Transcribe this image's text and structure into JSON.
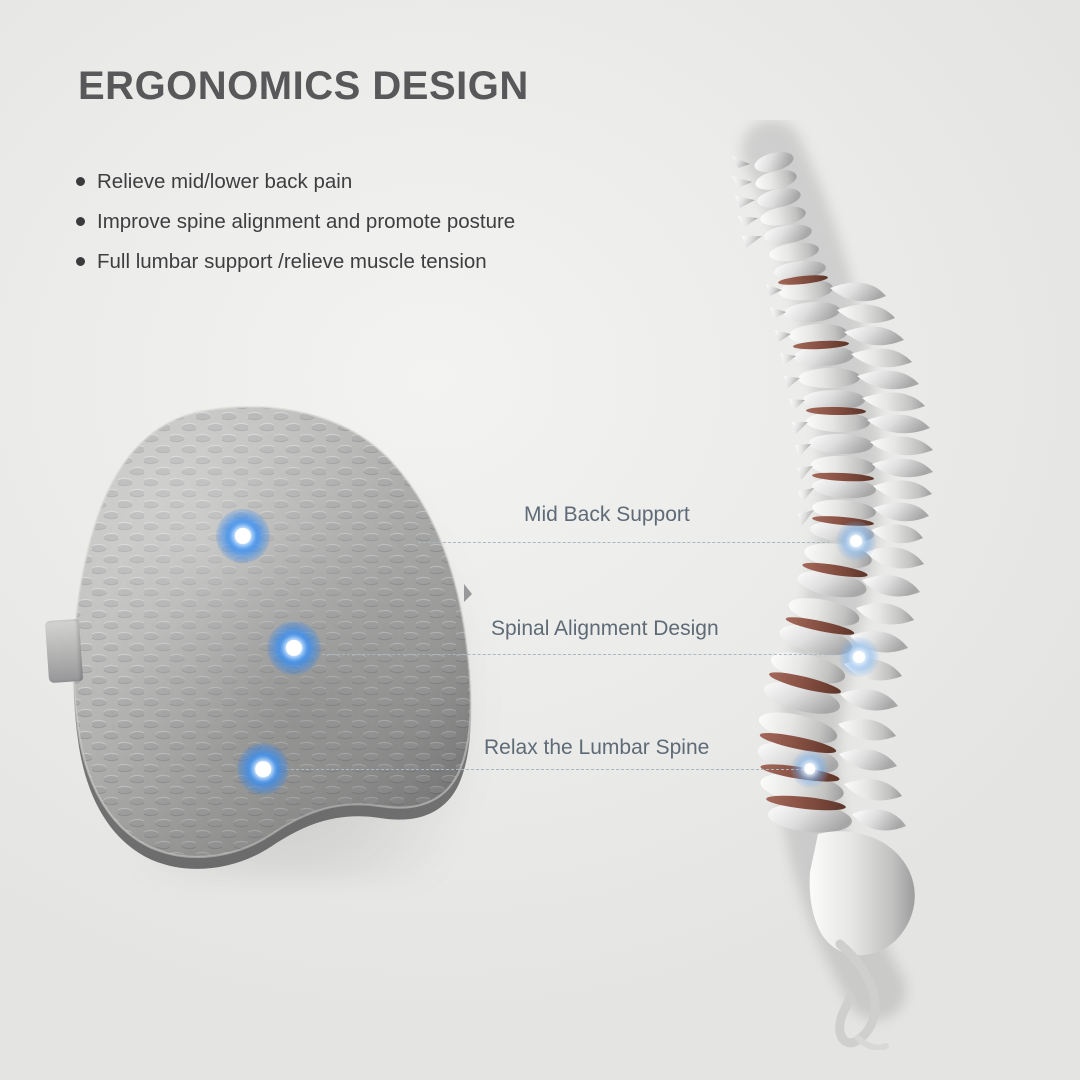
{
  "page": {
    "background_color": "#ededeb",
    "title": "ERGONOMICS DESIGN"
  },
  "bullets": [
    {
      "text": "Relieve mid/lower back pain"
    },
    {
      "text": "Improve spine alignment and promote posture"
    },
    {
      "text": "Full lumbar support /relieve muscle tension"
    }
  ],
  "callouts": [
    {
      "label": "Mid Back Support",
      "color": "#5e6b77"
    },
    {
      "label": "Spinal Alignment Design",
      "color": "#5e6b77"
    },
    {
      "label": "Relax the Lumbar Spine",
      "color": "#5e6b77"
    }
  ],
  "colors": {
    "headline": "#58585a",
    "body_text": "#3e3e40",
    "callout_text": "#5e6b77",
    "dash_line": "#aab6c2",
    "hotspot_glow": "#2f8cf5",
    "cushion_gray": "#a8a8a6",
    "spine_bone": "#e8e8e6",
    "spine_disc": "#8d5a4a"
  },
  "images": {
    "cushion": "lumbar-support-cushion",
    "spine": "human-spine-anatomy"
  }
}
